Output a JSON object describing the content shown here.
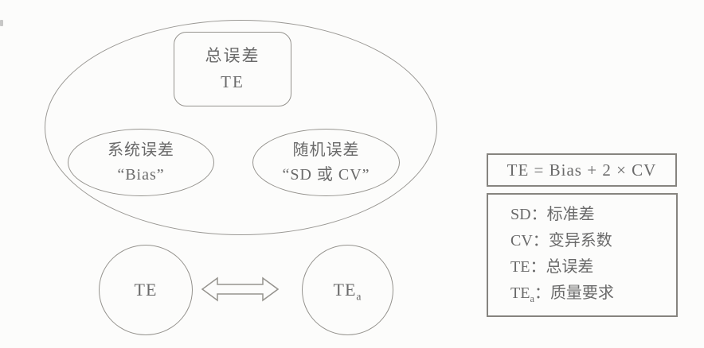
{
  "venn": {
    "total": {
      "line1": "总误差",
      "line2": "TE"
    },
    "systematic": {
      "line1": "系统误差",
      "line2": "“Bias”"
    },
    "random": {
      "line1": "随机误差",
      "line2": "“SD 或 CV”"
    }
  },
  "comparison": {
    "left": {
      "text": "TE",
      "sub": ""
    },
    "right": {
      "text": "TE",
      "sub": "a"
    }
  },
  "formula": {
    "text": "TE = Bias + 2 × CV"
  },
  "legend": {
    "items": [
      {
        "abbr": "SD",
        "sub": "",
        "sep": "：",
        "label": "标准差"
      },
      {
        "abbr": "CV",
        "sub": "",
        "sep": "：",
        "label": "变异系数"
      },
      {
        "abbr": "TE",
        "sub": "",
        "sep": "：",
        "label": "总误差"
      },
      {
        "abbr": "TE",
        "sub": "a",
        "sep": "：",
        "label": "质量要求"
      }
    ]
  },
  "colors": {
    "background": "#fcfcfb",
    "line": "#95938e",
    "box_border": "#86847f",
    "text": "#6a6a6a"
  }
}
